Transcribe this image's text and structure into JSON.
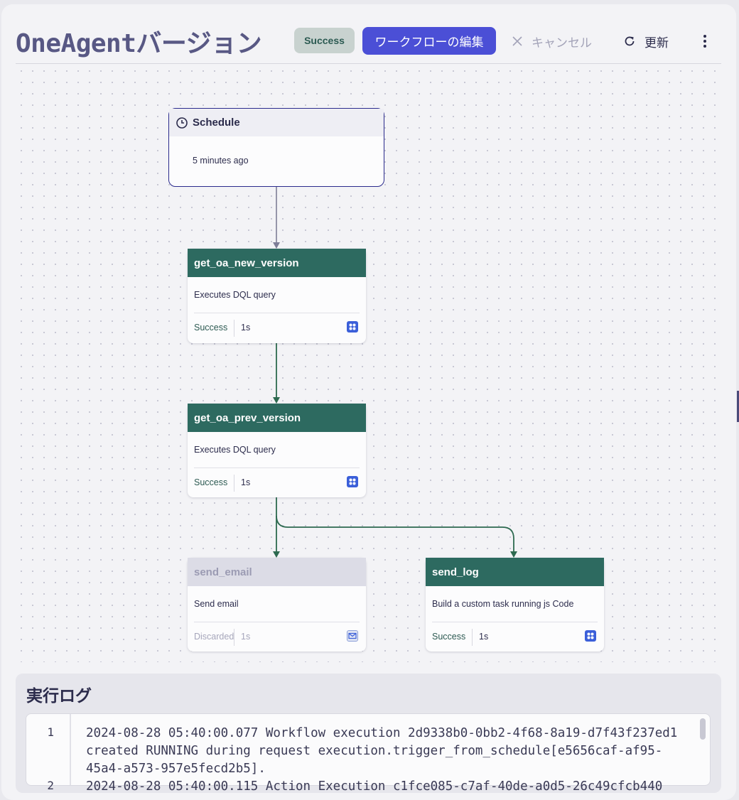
{
  "header": {
    "title": "OneAgentバージョン",
    "status_badge": "Success",
    "edit_workflow_label": "ワークフローの編集",
    "cancel_label": "キャンセル",
    "refresh_label": "更新"
  },
  "schedule": {
    "title": "Schedule",
    "time": "5 minutes ago"
  },
  "tasks": [
    {
      "name": "get_oa_new_version",
      "description": "Executes DQL query",
      "status": "Success",
      "duration": "1s",
      "icon": "dql-icon"
    },
    {
      "name": "get_oa_prev_version",
      "description": "Executes DQL query",
      "status": "Success",
      "duration": "1s",
      "icon": "dql-icon"
    },
    {
      "name": "send_email",
      "description": "Send email",
      "status": "Discarded",
      "duration": "1s",
      "icon": "email-icon"
    },
    {
      "name": "send_log",
      "description": "Build a custom task running js Code",
      "status": "Success",
      "duration": "1s",
      "icon": "js-icon"
    }
  ],
  "log": {
    "title": "実行ログ",
    "lines": [
      {
        "number": "1",
        "text": "2024-08-28 05:40:00.077 Workflow execution 2d9338b0-0bb2-4f68-8a19-d7f43f237ed1 created RUNNING during request execution.trigger_from_schedule[e5656caf-af95-45a4-a573-957e5fecd2b5]."
      },
      {
        "number": "2",
        "text": "2024-08-28 05:40:00.115 Action Execution c1fce085-c7af-40de-a0d5-26c49cfcb440"
      }
    ]
  },
  "colors": {
    "success_green": "#2d6a60",
    "primary_button": "#4b4fd6",
    "title_color": "#585884",
    "discarded_gray": "#dcdce6"
  }
}
